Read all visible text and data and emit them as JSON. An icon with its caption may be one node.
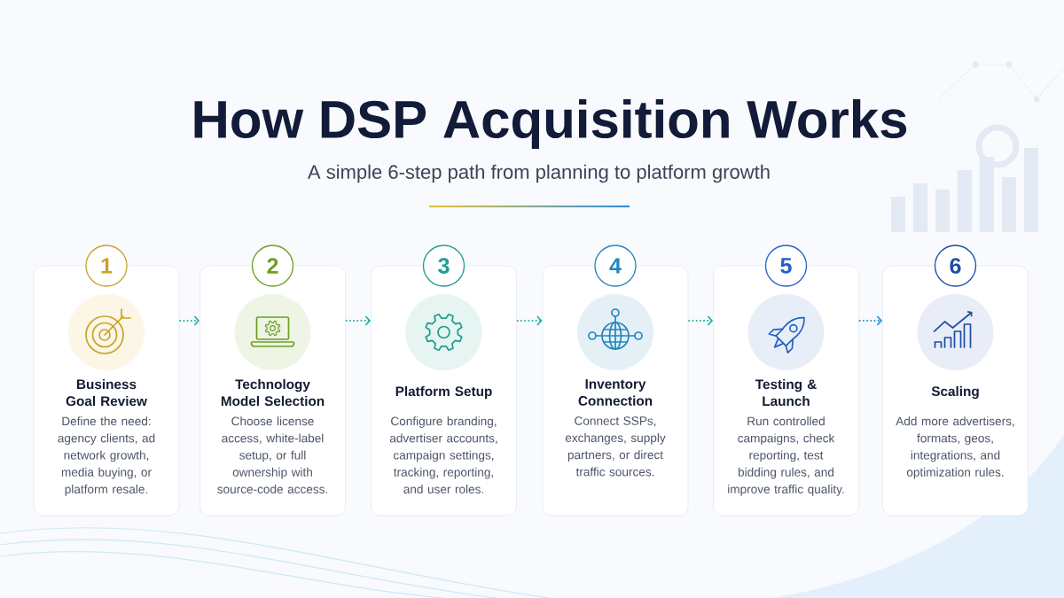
{
  "diagram": {
    "title": "How DSP Acquisition Works",
    "nodes": [
      {
        "text": [
          "1",
          "Business Goal Review",
          "Define the need: agency clients, ad network growth, media buying, or platform resale."
        ]
      },
      {
        "text": [
          "2",
          "Technology Model Selection",
          "Choose license access, white-label setup, or full ownership with source-code access."
        ]
      },
      {
        "text": [
          "3",
          "Platform Setup",
          "Configure branding, advertiser accounts, campaign settings, tracking, reporting, and user roles."
        ]
      },
      {
        "text": [
          "4",
          "Inventory Connection",
          "Connect SSPs, exchanges, supply partners, or direct traffic sources."
        ]
      },
      {
        "text": [
          "5",
          "Testing & Launch",
          "Run controlled campaigns, check reporting, test bidding rules, and improve traffic quality."
        ]
      },
      {
        "text": [
          "6",
          "Scaling",
          "Add more advertisers, formats, geos, integrations, and optimization rules."
        ]
      }
    ],
    "edges": [
      {
        "from": 0,
        "to": 1,
        "arrow": "to",
        "style": "dashed"
      },
      {
        "from": 1,
        "to": 2,
        "arrow": "to",
        "style": "dashed"
      },
      {
        "from": 2,
        "to": 3,
        "arrow": "to",
        "style": "dashed"
      },
      {
        "from": 3,
        "to": 4,
        "arrow": "to",
        "style": "dashed"
      },
      {
        "from": 4,
        "to": 5,
        "arrow": "to",
        "style": "dashed",
        "color": "#2b8fdc"
      }
    ],
    "labels": [
      "A simple 6-step path from planning to platform growth"
    ]
  }
}
